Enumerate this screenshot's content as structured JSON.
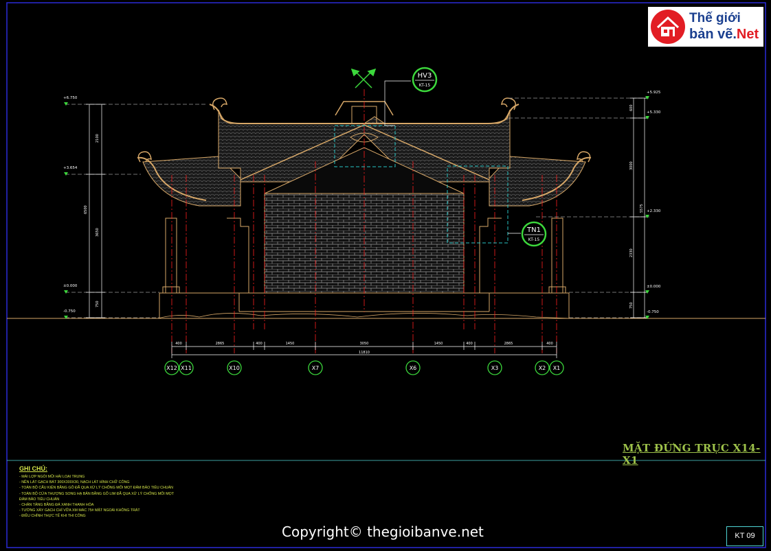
{
  "logo": {
    "line1": "Thế giới",
    "line2": "bản vẽ.",
    "line2_accent": "Net"
  },
  "drawing_title": "MẶT ĐỨNG TRỤC X14-X1",
  "notes": {
    "title": "GHI CHÚ:",
    "items": [
      "- MÁI LỢP NGÓI MŨI HÀI LOẠI TRUNG",
      "- NỀN LÁT GẠCH BÁT 300X300X30, NẠCH LÁT HÌNH CHỮ CÔNG",
      "- TOÀN BỘ CẤU KIỆN BẰNG GỖ ĐÃ QUA XỬ LÝ CHỐNG MỐI MỌT ĐẢM BẢO TIÊU CHUẨN",
      "- TOÀN BỘ CỬA THƯỢNG SONG HẠ BẢN BẰNG GỖ LIM ĐÃ QUA XỬ LÝ CHỐNG MỐI MỌT",
      "  ĐẢM BẢO TIÊU CHUẨN",
      "- CHÂN TẢNG BẰNG ĐÁ XANH THANH HÓA",
      "- TƯỜNG XÂY GẠCH CHỈ VỮA XM MÁC 75# MẶT NGOÀI KHÔNG TRÁT",
      "- ĐIỀU CHỈNH THỰC TẾ KHI THI CÔNG"
    ]
  },
  "callouts": [
    {
      "code": "HV3",
      "ref": "KT-15"
    },
    {
      "code": "TN1",
      "ref": "KT-15"
    }
  ],
  "levels_left": [
    "+6.750",
    "+3.654",
    "±0.000",
    "-0.750"
  ],
  "levels_right": [
    "+5.925",
    "+5.330",
    "+2.330",
    "±0.000",
    "-0.750"
  ],
  "dims_left": [
    "2100",
    "3650",
    "6500",
    "750"
  ],
  "dims_right": [
    "600",
    "3000",
    "5575",
    "2330",
    "750"
  ],
  "grid_axes": [
    "X12",
    "X11",
    "X10",
    "X7",
    "X6",
    "X3",
    "X2",
    "X1"
  ],
  "dims_bottom": [
    "400",
    "2865",
    "400",
    "1450",
    "3050",
    "1450",
    "400",
    "2865",
    "400"
  ],
  "dim_total": "11810",
  "copyright": "Copyright© thegioibanve.net",
  "sheet_no": "KT 09",
  "colors": {
    "frame": "#2a2ad8",
    "grid": "#ff2020",
    "wood": "#d8a868",
    "roof": "#8a8a8a",
    "axis": "#3cd83c",
    "dims": "#ffffff",
    "callout_box": "#27c5c5"
  }
}
